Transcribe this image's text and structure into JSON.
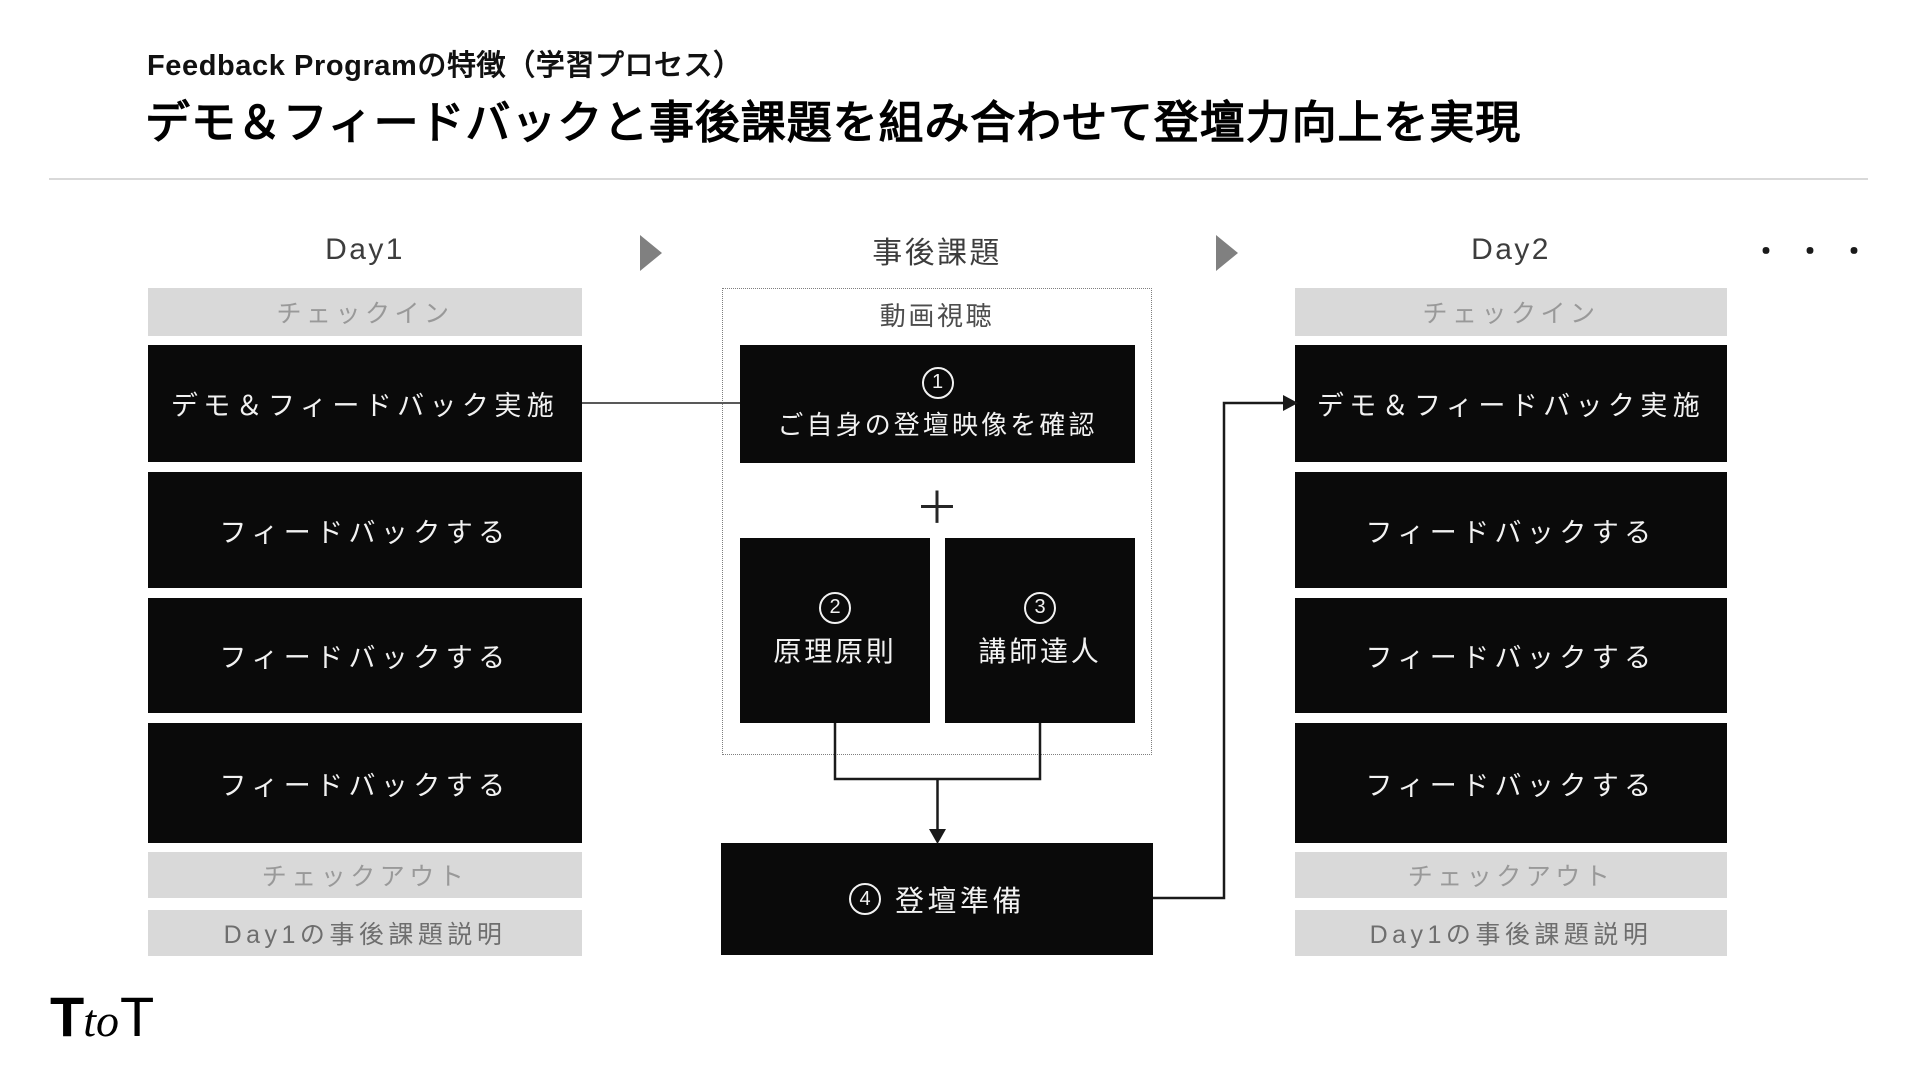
{
  "header": {
    "eyebrow": "Feedback Programの特徴（学習プロセス）",
    "title": "デモ＆フィードバックと事後課題を組み合わせて登壇力向上を実現"
  },
  "columns": {
    "day1": {
      "title": "Day1",
      "checkin": "チェックイン",
      "steps": [
        "デモ＆フィードバック実施",
        "フィードバックする",
        "フィードバックする",
        "フィードバックする"
      ],
      "checkout": "チェックアウト",
      "note": "Day1の事後課題説明"
    },
    "middle": {
      "title": "事後課題",
      "group_label": "動画視聴",
      "step1": {
        "num": "1",
        "label": "ご自身の登壇映像を確認"
      },
      "plus": "＋",
      "step2": {
        "num": "2",
        "label": "原理原則"
      },
      "step3": {
        "num": "3",
        "label": "講師達人"
      },
      "step4": {
        "num": "4",
        "label": "登壇準備"
      }
    },
    "day2": {
      "title": "Day2",
      "checkin": "チェックイン",
      "steps": [
        "デモ＆フィードバック実施",
        "フィードバックする",
        "フィードバックする",
        "フィードバックする"
      ],
      "checkout": "チェックアウト",
      "note": "Day1の事後課題説明"
    },
    "ellipsis": "・・・"
  },
  "logo": {
    "t1": "T",
    "to": "to",
    "t2": "T"
  },
  "colors": {
    "box_black": "#0a0a0a",
    "bar_gray": "#d9d9d9",
    "arrow_gray": "#808080",
    "line_black": "#1a1a1a"
  }
}
